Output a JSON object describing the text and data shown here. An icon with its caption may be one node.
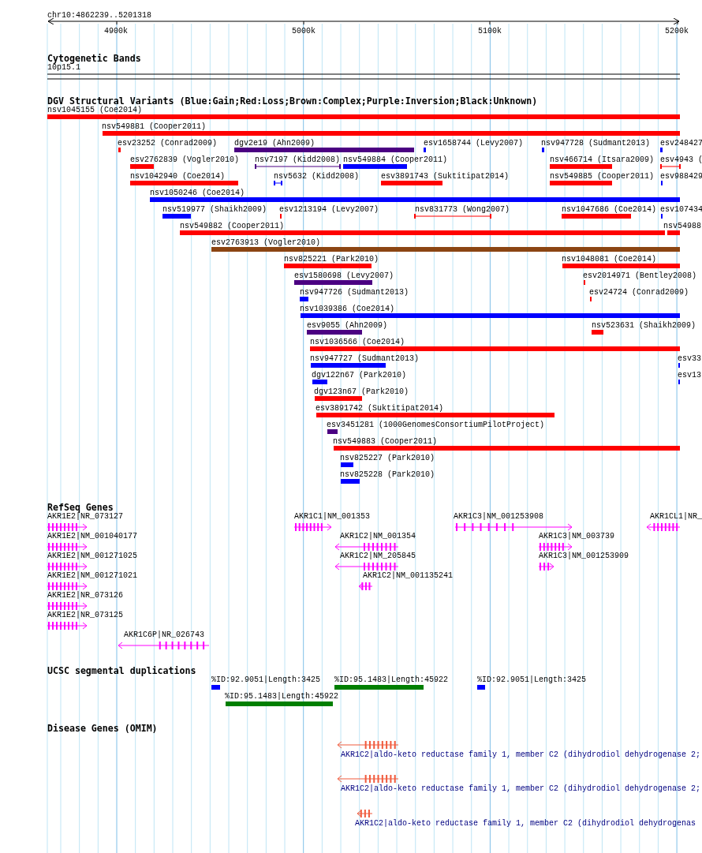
{
  "diagram": {
    "labels": [
      "chr10:4862239..5201318",
      "4900k",
      "5000k",
      "5100k",
      "5200k",
      "Cytogenetic Bands",
      "10p15.1",
      "DGV Structural Variants (Blue:Gain;Red:Loss;Brown:Complex;Purple:Inversion;Black:Unknown)",
      "nsv1045155 (Coe2014)",
      "nsv549881 (Cooper2011)",
      "esv23252 (Conrad2009)",
      "dgv2e19 (Ahn2009)",
      "esv1658744 (Levy2007)",
      "nsv947728 (Sudmant2013)",
      "esv248427",
      "esv2762839 (Vogler2010)",
      "nsv7197 (Kidd2008)",
      "nsv549884 (Cooper2011)",
      "nsv466714 (Itsara2009)",
      "esv4943 (",
      "nsv1042940 (Coe2014)",
      "nsv5632 (Kidd2008)",
      "esv3891743 (Suktitipat2014)",
      "nsv549885 (Cooper2011)",
      "esv988429",
      "nsv1050246 (Coe2014)",
      "nsv519977 (Shaikh2009)",
      "esv1213194 (Levy2007)",
      "nsv831773 (Wong2007)",
      "nsv1047686 (Coe2014)",
      "esv107434",
      "nsv549882 (Cooper2011)",
      "nsv54988",
      "esv2763913 (Vogler2010)",
      "nsv825221 (Park2010)",
      "nsv1048081 (Coe2014)",
      "esv1580698 (Levy2007)",
      "esv2014971 (Bentley2008)",
      "nsv947726 (Sudmant2013)",
      "esv24724 (Conrad2009)",
      "nsv1039386 (Coe2014)",
      "esv9055 (Ahn2009)",
      "nsv523631 (Shaikh2009)",
      "nsv1036566 (Coe2014)",
      "nsv947727 (Sudmant2013)",
      "esv33",
      "dgv122n67 (Park2010)",
      "esv13",
      "dgv123n67 (Park2010)",
      "esv3891742 (Suktitipat2014)",
      "esv3451281 (1000GenomesConsortiumPilotProject)",
      "nsv549883 (Cooper2011)",
      "nsv825227 (Park2010)",
      "nsv825228 (Park2010)",
      "RefSeq Genes",
      "AKR1E2|NR_073127",
      "AKR1C1|NM_001353",
      "AKR1C3|NM_001253908",
      "AKR1CL1|NR_",
      "AKR1E2|NM_001040177",
      "AKR1C2|NM_001354",
      "AKR1C3|NM_003739",
      "AKR1E2|NM_001271025",
      "AKR1C2|NM_205845",
      "AKR1C3|NM_001253909",
      "AKR1E2|NM_001271021",
      "AKR1C2|NM_001135241",
      "AKR1E2|NR_073126",
      "AKR1E2|NR_073125",
      "AKR1C6P|NR_026743",
      "UCSC segmental duplications",
      "%ID:92.9051|Length:3425",
      "%ID:95.1483|Length:45922",
      "%ID:92.9051|Length:3425",
      "%ID:95.1483|Length:45922",
      "Disease Genes (OMIM)",
      "AKR1C2|aldo-keto reductase family 1, member C2 (dihydrodiol dehydrogenase 2;",
      "AKR1C2|aldo-keto reductase family 1, member C2 (dihydrodiol dehydrogenase 2;",
      "AKR1C2|aldo-keto reductase family 1, member C2 (dihydrodiol dehydrogenas"
    ]
  }
}
